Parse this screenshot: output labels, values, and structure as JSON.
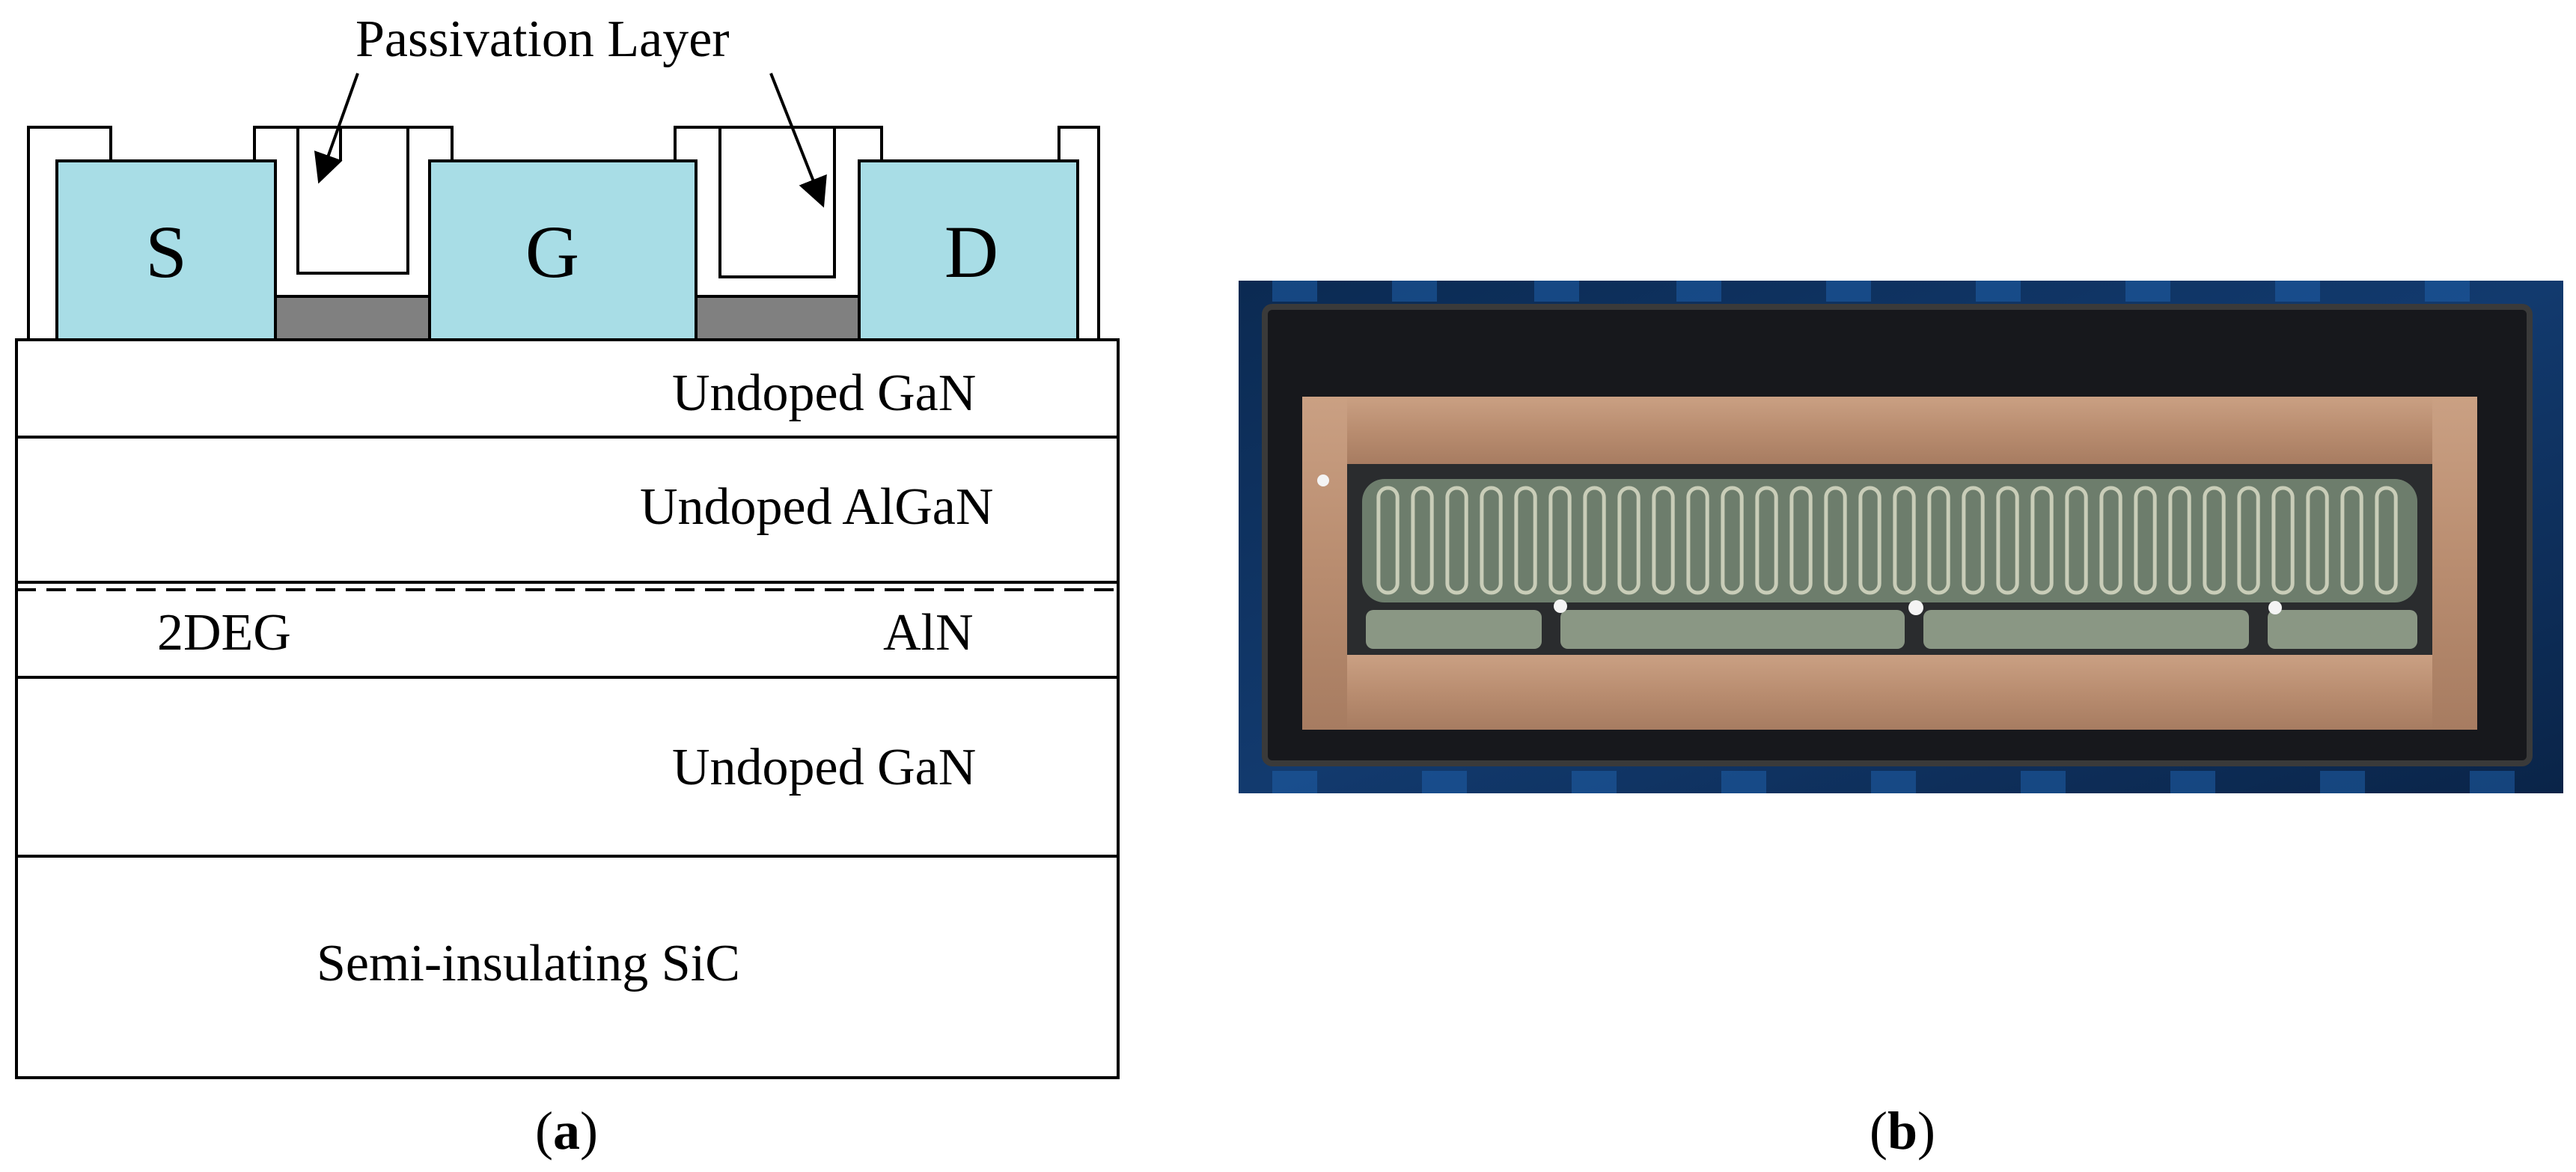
{
  "panel_a": {
    "passivation_label": "Passivation Layer",
    "electrodes": {
      "source": "S",
      "gate": "G",
      "drain": "D"
    },
    "layers": {
      "top_gan": "Undoped GaN",
      "algan": "Undoped AlGaN",
      "aln": "AlN",
      "twodeg": "2DEG",
      "buffer_gan": "Undoped GaN",
      "substrate": "Semi-insulating SiC"
    },
    "caption_letter": "a",
    "colors": {
      "electrode": "#a8dde6",
      "field_plate": "#808080",
      "outline": "#000000"
    }
  },
  "panel_b": {
    "caption_letter": "b",
    "description_icon": "chip-photo-image"
  }
}
